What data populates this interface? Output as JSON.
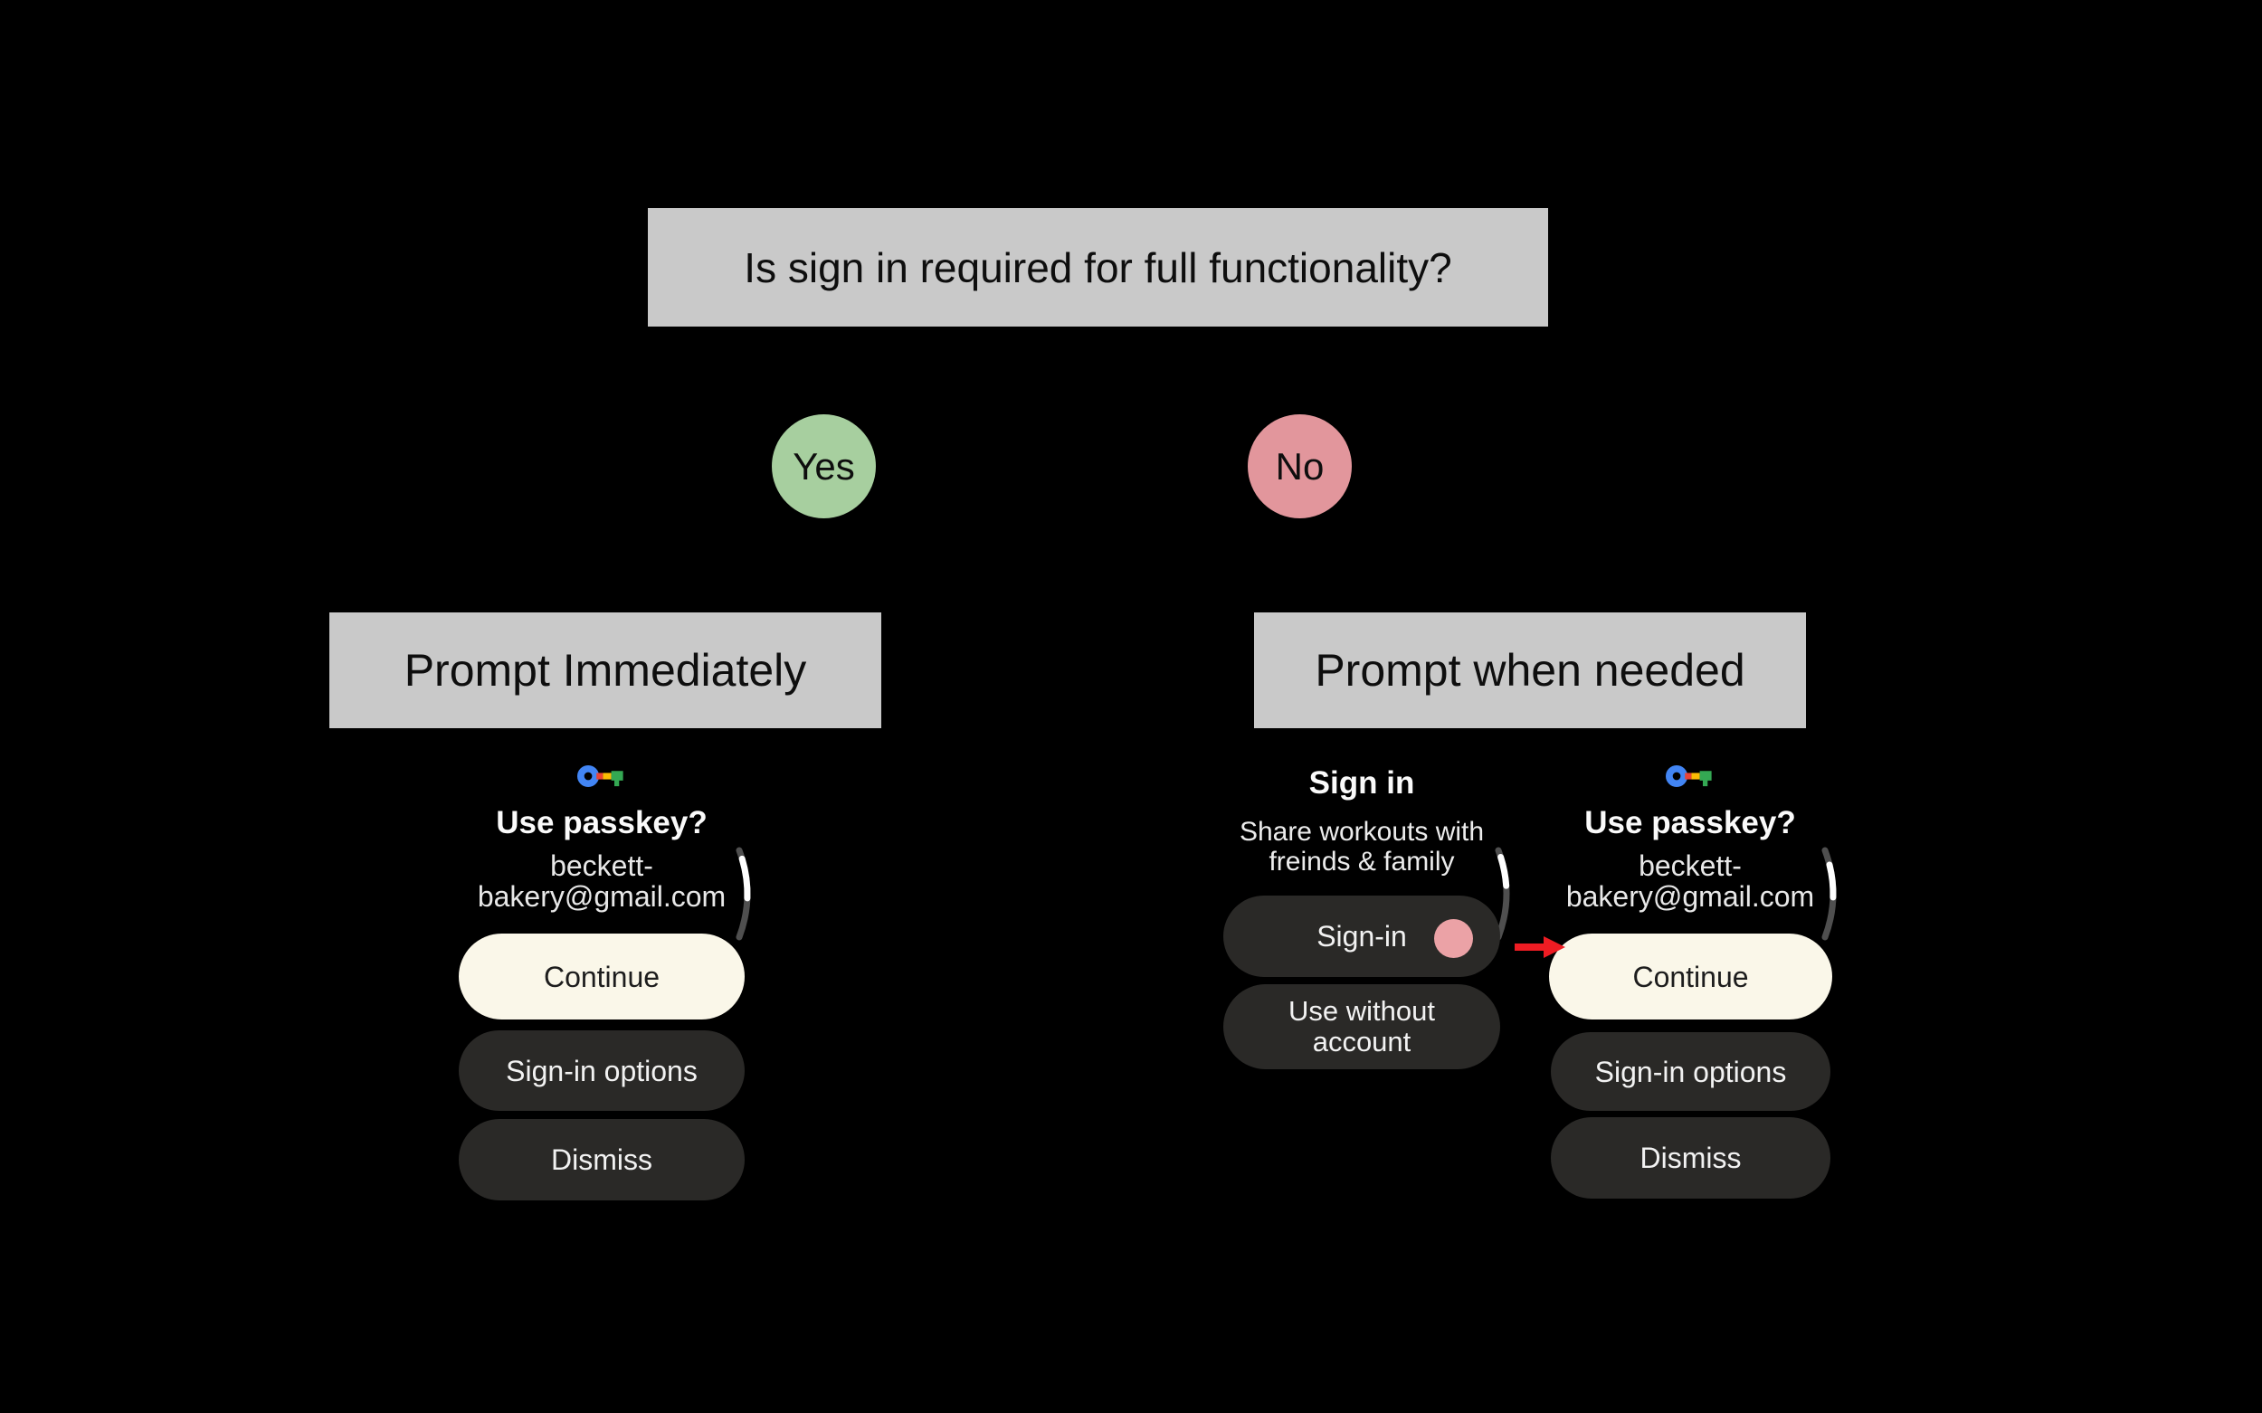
{
  "flow": {
    "question": "Is sign in required for full functionality?",
    "yes": {
      "label": "Yes",
      "branch_title": "Prompt Immediately"
    },
    "no": {
      "label": "No",
      "branch_title": "Prompt when needed"
    }
  },
  "passkey_screen": {
    "icon": "google-passkey-key-icon",
    "title": "Use passkey?",
    "account_line1": "beckett-",
    "account_line2": "bakery@gmail.com",
    "continue_label": "Continue",
    "signin_options_label": "Sign-in options",
    "dismiss_label": "Dismiss",
    "scroll_indicator": "curved-scrollbar"
  },
  "signin_screen": {
    "title": "Sign in",
    "description_line1": "Share workouts with",
    "description_line2": "freinds & family",
    "signin_label": "Sign-in",
    "use_without_line1": "Use without",
    "use_without_line2": "account",
    "touch_indicator": "pink-tap-dot",
    "scroll_indicator": "curved-scrollbar"
  },
  "annotations": {
    "arrow_icon": "red-arrow-pointing-to-continue"
  },
  "colors": {
    "background": "#000000",
    "flow_box_gray": "#c9c9c9",
    "yes_green": "#a7cf9f",
    "no_pink": "#e2969c",
    "continue_cream": "#faf7e9",
    "dark_button": "#2a2927",
    "tap_dot_pink": "#eba2a6",
    "arrow_red": "#ee1c23",
    "scroll_track": "#4f4f4f",
    "scroll_thumb": "#ffffff",
    "key_blue": "#4285f4",
    "key_red": "#ea4335",
    "key_yellow": "#fbbc04",
    "key_green": "#34a853"
  }
}
